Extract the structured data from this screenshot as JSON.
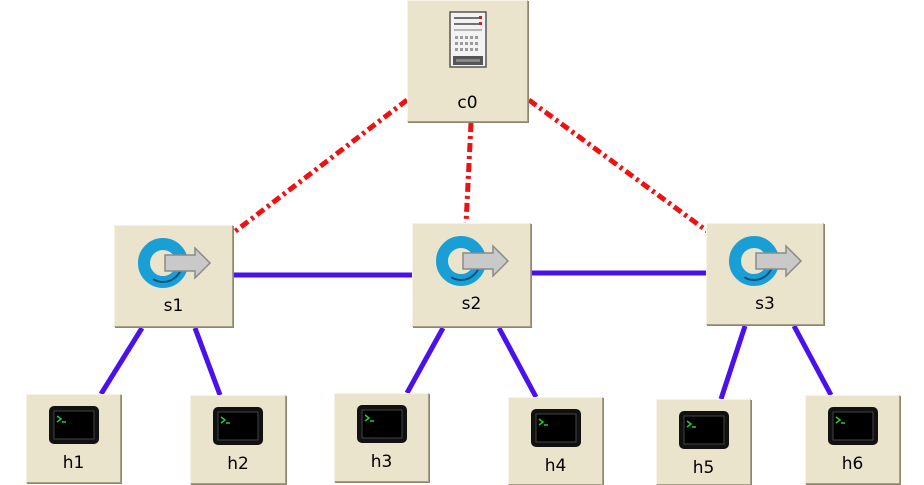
{
  "nodes": {
    "c0": {
      "label": "c0",
      "type": "controller",
      "icon": "server-icon"
    },
    "s1": {
      "label": "s1",
      "type": "switch",
      "icon": "switch-icon"
    },
    "s2": {
      "label": "s2",
      "type": "switch",
      "icon": "switch-icon"
    },
    "s3": {
      "label": "s3",
      "type": "switch",
      "icon": "switch-icon"
    },
    "h1": {
      "label": "h1",
      "type": "host",
      "icon": "terminal-icon"
    },
    "h2": {
      "label": "h2",
      "type": "host",
      "icon": "terminal-icon"
    },
    "h3": {
      "label": "h3",
      "type": "host",
      "icon": "terminal-icon"
    },
    "h4": {
      "label": "h4",
      "type": "host",
      "icon": "terminal-icon"
    },
    "h5": {
      "label": "h5",
      "type": "host",
      "icon": "terminal-icon"
    },
    "h6": {
      "label": "h6",
      "type": "host",
      "icon": "terminal-icon"
    }
  },
  "links": [
    {
      "from": "c0",
      "to": "s1",
      "kind": "control",
      "style": "dash-dot",
      "color": "#ee1111"
    },
    {
      "from": "c0",
      "to": "s2",
      "kind": "control",
      "style": "dash-dot",
      "color": "#ee1111"
    },
    {
      "from": "c0",
      "to": "s3",
      "kind": "control",
      "style": "dash-dot",
      "color": "#ee1111"
    },
    {
      "from": "s1",
      "to": "s2",
      "kind": "data",
      "style": "solid",
      "color": "#4a10ee"
    },
    {
      "from": "s2",
      "to": "s3",
      "kind": "data",
      "style": "solid",
      "color": "#4a10ee"
    },
    {
      "from": "s1",
      "to": "h1",
      "kind": "data",
      "style": "solid",
      "color": "#4a10ee"
    },
    {
      "from": "s1",
      "to": "h2",
      "kind": "data",
      "style": "solid",
      "color": "#4a10ee"
    },
    {
      "from": "s2",
      "to": "h3",
      "kind": "data",
      "style": "solid",
      "color": "#4a10ee"
    },
    {
      "from": "s2",
      "to": "h4",
      "kind": "data",
      "style": "solid",
      "color": "#4a10ee"
    },
    {
      "from": "s3",
      "to": "h5",
      "kind": "data",
      "style": "solid",
      "color": "#4a10ee"
    },
    {
      "from": "s3",
      "to": "h6",
      "kind": "data",
      "style": "solid",
      "color": "#4a10ee"
    }
  ],
  "colors": {
    "node_background": "#ebe4cc",
    "data_link": "#4a10ee",
    "control_link": "#ee1111"
  }
}
